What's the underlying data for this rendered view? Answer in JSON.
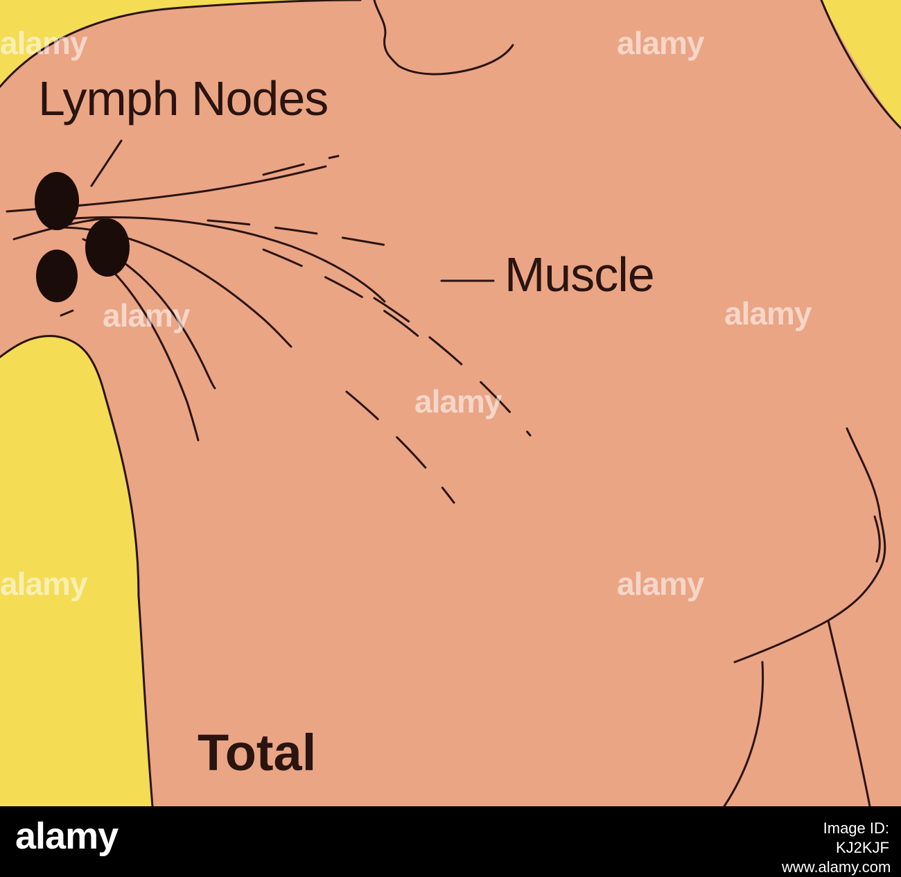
{
  "labels": {
    "lymph_nodes": "Lymph Nodes",
    "muscle": "Muscle",
    "total": "Total"
  },
  "watermark": {
    "text": "alamy"
  },
  "footer": {
    "logo": "alamy",
    "image_id": "Image ID: KJ2KJF",
    "site": "www.alamy.com"
  },
  "colors": {
    "background": "#f4dc55",
    "skin": "#eaa585",
    "outline": "#2a1410",
    "node": "#1a0c08",
    "footer": "#000000"
  },
  "icons": {
    "lymph_node": "filled-ellipse"
  }
}
